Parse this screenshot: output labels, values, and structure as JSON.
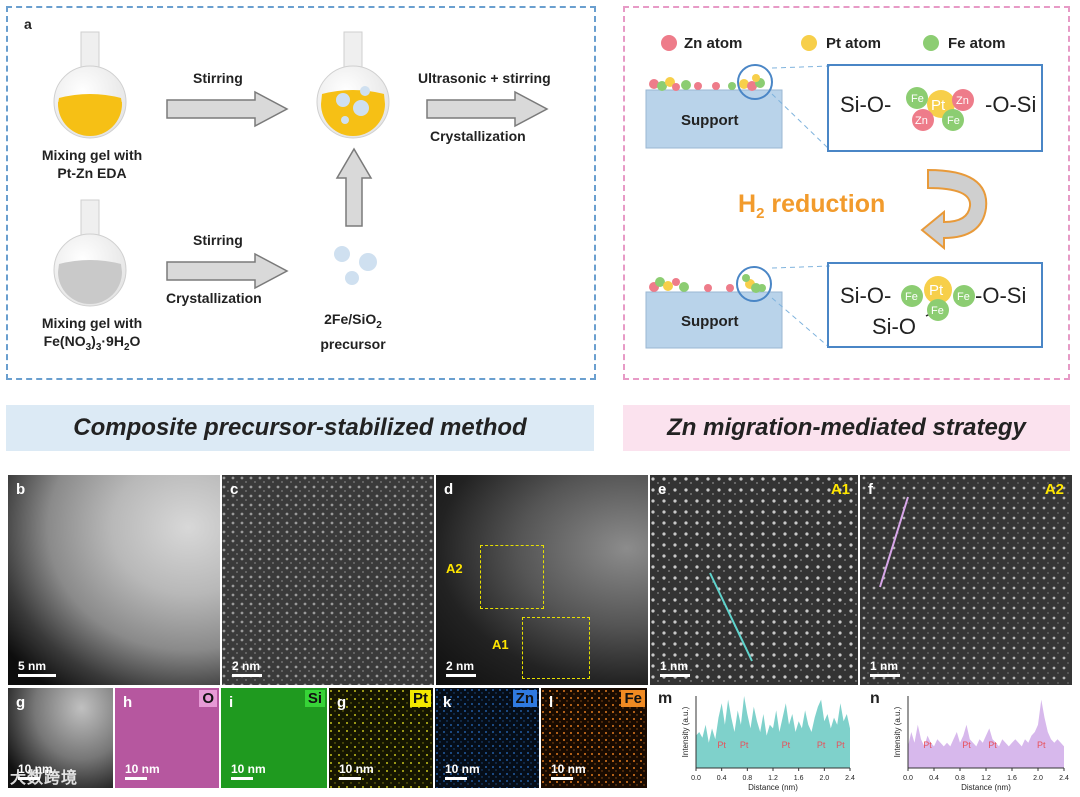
{
  "panel_a": {
    "letter": "a",
    "step1_label": "Stirring",
    "step2_label_top": "Ultrasonic + stirring",
    "step2_label_bottom": "Crystallization",
    "step3_label_top": "Stirring",
    "step3_label_bottom": "Crystallization",
    "gel1_caption_line1": "Mixing gel with",
    "gel1_caption_line2": "Pt-Zn EDA",
    "gel2_caption_line1": "Mixing gel with",
    "gel2_caption_line2": "Fe(NO3)3·9H2O",
    "precursor_line1": "2Fe/SiO2",
    "precursor_line2": "precursor"
  },
  "schematic": {
    "legend": [
      "Zn atom",
      "Pt atom",
      "Fe atom"
    ],
    "colors": {
      "zn": "#ee7c8a",
      "pt": "#f7cf4a",
      "fe": "#8ccd72",
      "support": "#b9d3ea"
    },
    "support_label": "Support",
    "top_formula_left": "Si-O-",
    "top_formula_right": "-O-Si",
    "top_cluster": [
      "Fe",
      "Pt",
      "Zn",
      "Zn",
      "Fe"
    ],
    "reduction_label": "H2 reduction",
    "bottom_formula_left": "Si-O-",
    "bottom_formula_right": "-O-Si",
    "bottom_formula_sub": "Si-O",
    "bottom_cluster": [
      "Fe",
      "Pt",
      "Fe",
      "Fe"
    ]
  },
  "banners": {
    "left": "Composite precursor-stabilized method",
    "right": "Zn migration-mediated strategy"
  },
  "micrographs": [
    {
      "letter": "b",
      "scale": "5 nm"
    },
    {
      "letter": "c",
      "scale": "2 nm"
    },
    {
      "letter": "d",
      "scale": "2 nm",
      "box1": "A2",
      "box2": "A1"
    },
    {
      "letter": "e",
      "scale": "1 nm",
      "tag": "A1"
    },
    {
      "letter": "f",
      "scale": "1 nm",
      "tag": "A2"
    }
  ],
  "maps": [
    {
      "letter": "g",
      "element": "",
      "scale": "10 nm"
    },
    {
      "letter": "h",
      "element": "O",
      "scale": "10 nm"
    },
    {
      "letter": "i",
      "element": "Si",
      "scale": "10 nm"
    },
    {
      "letter": "g",
      "element": "Pt",
      "scale": "10 nm"
    },
    {
      "letter": "k",
      "element": "Zn",
      "scale": "10 nm"
    },
    {
      "letter": "l",
      "element": "Fe",
      "scale": "10 nm"
    }
  ],
  "watermark": "大数跨境",
  "chart_data": [
    {
      "type": "area",
      "panel": "m",
      "xlabel": "Distance (nm)",
      "ylabel": "Intensity (a.u.)",
      "xlim": [
        0.0,
        2.4
      ],
      "xticks": [
        "0.0",
        "0.4",
        "0.8",
        "1.2",
        "1.6",
        "2.0",
        "2.4"
      ],
      "annotations": [
        "Pt",
        "Pt",
        "Pt",
        "Pt",
        "Pt"
      ],
      "annotation_x": [
        0.4,
        0.75,
        1.4,
        1.95,
        2.25
      ],
      "color": "#7fd1cb",
      "x": [
        0.0,
        0.05,
        0.1,
        0.15,
        0.2,
        0.25,
        0.3,
        0.35,
        0.4,
        0.45,
        0.5,
        0.55,
        0.6,
        0.65,
        0.7,
        0.75,
        0.8,
        0.85,
        0.9,
        0.95,
        1.0,
        1.05,
        1.1,
        1.15,
        1.2,
        1.25,
        1.3,
        1.35,
        1.4,
        1.45,
        1.5,
        1.55,
        1.6,
        1.65,
        1.7,
        1.75,
        1.8,
        1.85,
        1.9,
        1.95,
        2.0,
        2.05,
        2.1,
        2.15,
        2.2,
        2.25,
        2.3,
        2.35,
        2.4
      ],
      "y": [
        0.45,
        0.5,
        0.42,
        0.6,
        0.35,
        0.55,
        0.4,
        0.7,
        0.9,
        0.6,
        0.95,
        0.7,
        0.5,
        0.8,
        0.6,
        1.0,
        0.75,
        0.55,
        0.85,
        0.65,
        0.5,
        0.75,
        0.45,
        0.6,
        0.55,
        0.8,
        0.5,
        0.7,
        0.9,
        0.6,
        0.75,
        0.5,
        0.65,
        0.55,
        0.8,
        0.6,
        0.5,
        0.7,
        0.85,
        0.95,
        0.65,
        0.75,
        0.55,
        0.7,
        0.6,
        0.9,
        0.65,
        0.75,
        0.55
      ]
    },
    {
      "type": "area",
      "panel": "n",
      "xlabel": "Distance (nm)",
      "ylabel": "Intensity (a.u.)",
      "xlim": [
        0.0,
        2.4
      ],
      "xticks": [
        "0.0",
        "0.4",
        "0.8",
        "1.2",
        "1.6",
        "2.0",
        "2.4"
      ],
      "annotations": [
        "Pt",
        "Pt",
        "Pt",
        "Pt"
      ],
      "annotation_x": [
        0.3,
        0.9,
        1.3,
        2.05
      ],
      "color": "#d7b8ec",
      "x": [
        0.0,
        0.05,
        0.1,
        0.15,
        0.2,
        0.25,
        0.3,
        0.35,
        0.4,
        0.45,
        0.5,
        0.55,
        0.6,
        0.65,
        0.7,
        0.75,
        0.8,
        0.85,
        0.9,
        0.95,
        1.0,
        1.05,
        1.1,
        1.15,
        1.2,
        1.25,
        1.3,
        1.35,
        1.4,
        1.45,
        1.5,
        1.55,
        1.6,
        1.65,
        1.7,
        1.75,
        1.8,
        1.85,
        1.9,
        1.95,
        2.0,
        2.05,
        2.1,
        2.15,
        2.2,
        2.25,
        2.3,
        2.35,
        2.4
      ],
      "y": [
        0.3,
        0.5,
        0.35,
        0.6,
        0.4,
        0.3,
        0.45,
        0.35,
        0.3,
        0.4,
        0.35,
        0.3,
        0.35,
        0.3,
        0.4,
        0.5,
        0.35,
        0.45,
        0.6,
        0.4,
        0.35,
        0.3,
        0.4,
        0.35,
        0.45,
        0.55,
        0.4,
        0.35,
        0.3,
        0.4,
        0.35,
        0.3,
        0.35,
        0.4,
        0.35,
        0.3,
        0.4,
        0.35,
        0.45,
        0.5,
        0.6,
        0.95,
        0.7,
        0.5,
        0.4,
        0.35,
        0.4,
        0.35,
        0.3
      ]
    }
  ]
}
